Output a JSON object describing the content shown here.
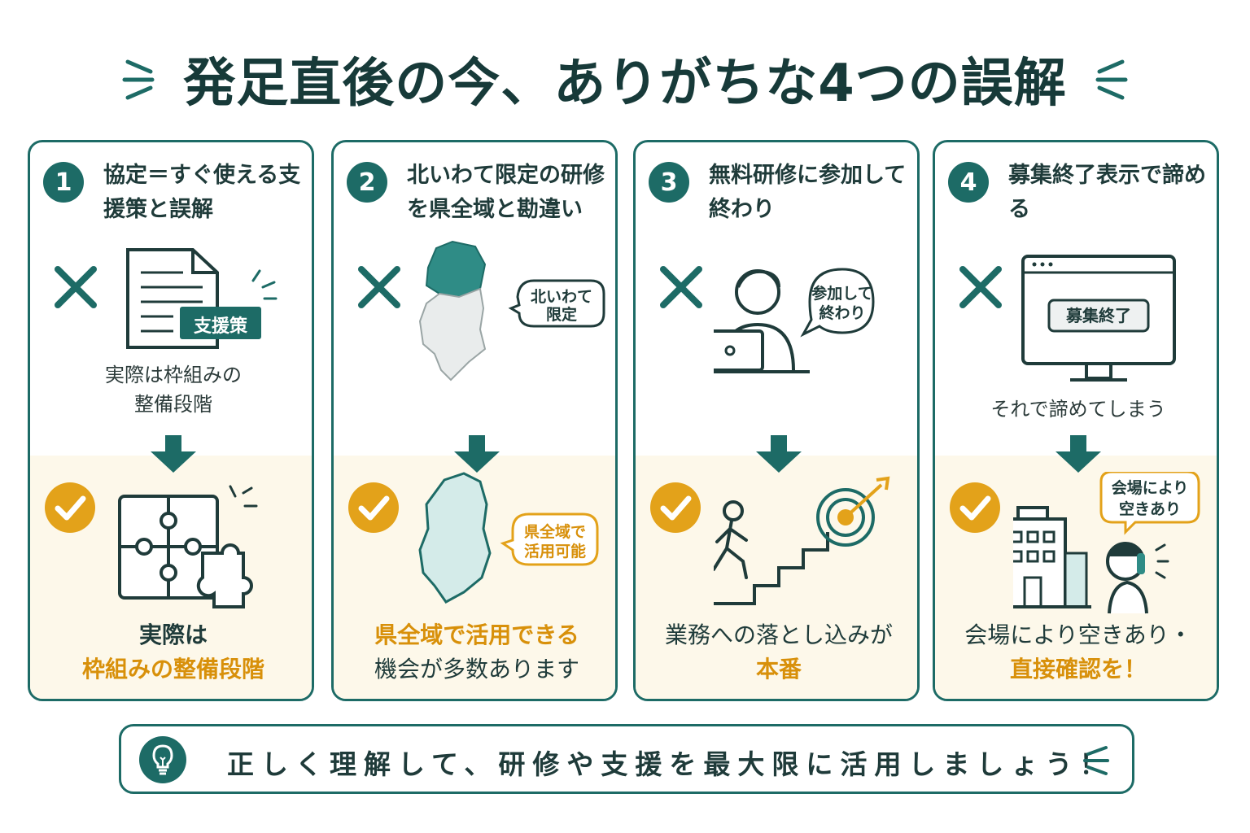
{
  "title": "発足直後の今、ありがちな4つの誤解",
  "colors": {
    "teal": "#1d6b66",
    "amber": "#e3a21a",
    "cream": "#fdf8ea"
  },
  "cards": [
    {
      "number": "1",
      "heading": "協定＝すぐ使える支援策と誤解",
      "illustration_label": "支援策",
      "caption": "実際は枠組みの整備段階",
      "result_line1": "実際は",
      "result_line2": "枠組みの整備段階"
    },
    {
      "number": "2",
      "heading": "北いわて限定の研修を県全域と勘違い",
      "bubble_line1": "北いわて",
      "bubble_line2": "限定",
      "bubble2_line1": "県全域で",
      "bubble2_line2": "活用可能",
      "result_line1": "県全域で活用できる",
      "result_line2": "機会が多数あります"
    },
    {
      "number": "3",
      "heading": "無料研修に参加して終わり",
      "bubble_line1": "参加して",
      "bubble_line2": "終わり",
      "result_line1": "業務への落とし込みが",
      "result_line2": "本番"
    },
    {
      "number": "4",
      "heading": "募集終了表示で諦める",
      "screen_label": "募集終了",
      "caption": "それで諦めてしまう",
      "bubble_line1": "会場により",
      "bubble_line2": "空きあり",
      "result_line1": "会場により空きあり・",
      "result_line2": "直接確認を！"
    }
  ],
  "footer": "正しく理解して、研修や支援を最大限に活用しましょう！",
  "icons": [
    "cross-icon",
    "check-icon",
    "down-arrow-icon",
    "lightbulb-icon",
    "document-icon",
    "puzzle-icon",
    "map-icon",
    "person-laptop-icon",
    "stairs-target-icon",
    "monitor-icon",
    "building-icon",
    "phone-person-icon"
  ]
}
